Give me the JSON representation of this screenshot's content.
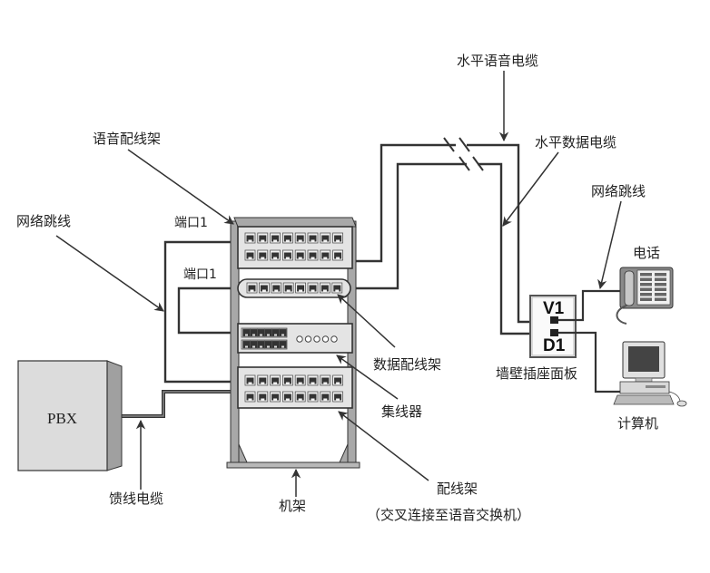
{
  "diagram": {
    "type": "structured-cabling-diagram",
    "labels": {
      "horizontal_voice_cable": "水平语音电缆",
      "horizontal_data_cable": "水平数据电缆",
      "voice_patch_panel": "语音配线架",
      "network_patch_cord_left": "网络跳线",
      "network_patch_cord_right": "网络跳线",
      "port1_top": "端口1",
      "port1_mid": "端口1",
      "phone": "电话",
      "data_patch_panel": "数据配线架",
      "hub": "集线器",
      "wall_outlet": "墙壁插座面板",
      "computer": "计算机",
      "pbx": "PBX",
      "feeder_cable": "馈线电缆",
      "rack": "机架",
      "patch_panel": "配线架",
      "patch_panel_note": "（交叉连接至语音交换机）",
      "outlet_v1": "V1",
      "outlet_d1": "D1"
    },
    "nodes": [
      {
        "id": "pbx",
        "label": "PBX"
      },
      {
        "id": "rack",
        "label": "机架"
      },
      {
        "id": "voice_patch_panel",
        "label": "语音配线架",
        "ports": 16
      },
      {
        "id": "data_patch_panel",
        "label": "数据配线架",
        "ports": 8
      },
      {
        "id": "hub",
        "label": "集线器",
        "ports": 12,
        "leds": 5
      },
      {
        "id": "patch_panel",
        "label": "配线架",
        "ports": 16
      },
      {
        "id": "wall_outlet",
        "label": "墙壁插座面板",
        "jacks": [
          "V1",
          "D1"
        ]
      },
      {
        "id": "phone",
        "label": "电话"
      },
      {
        "id": "computer",
        "label": "计算机"
      }
    ],
    "edges": [
      {
        "from": "voice_patch_panel",
        "to": "wall_outlet.V1",
        "label": "水平语音电缆"
      },
      {
        "from": "data_patch_panel",
        "to": "wall_outlet.D1",
        "label": "水平数据电缆"
      },
      {
        "from": "wall_outlet.V1",
        "to": "phone",
        "label": "网络跳线"
      },
      {
        "from": "wall_outlet.D1",
        "to": "computer"
      },
      {
        "from": "voice_patch_panel",
        "to": "patch_panel",
        "label": "网络跳线"
      },
      {
        "from": "data_patch_panel",
        "to": "hub"
      },
      {
        "from": "pbx",
        "to": "patch_panel",
        "label": "馈线电缆"
      }
    ],
    "colors": {
      "line": "#333333",
      "panel_fill": "#e4e4e4",
      "panel_dark": "#999999",
      "rack_post": "#a8a8a8",
      "pbx_front": "#dcdcdc",
      "pbx_side": "#a0a0a0"
    }
  }
}
